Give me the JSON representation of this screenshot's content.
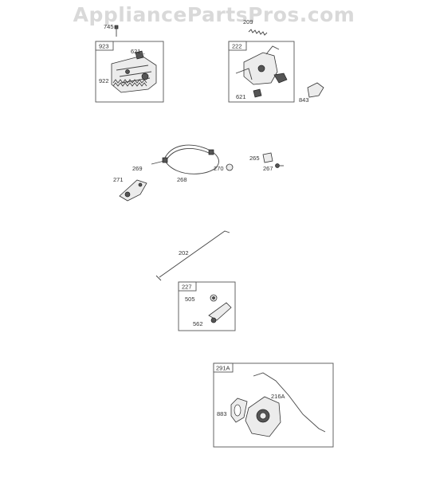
{
  "watermark": "AppliancePartsPros.com",
  "assemblies": {
    "a923": "923",
    "a222": "222",
    "a227": "227",
    "a291a": "291A"
  },
  "parts": {
    "p745": "745",
    "p621a": "621",
    "p922": "922",
    "p209": "209",
    "p621b": "621",
    "p843": "843",
    "p269": "269",
    "p268": "268",
    "p270": "270",
    "p265": "265",
    "p267": "267",
    "p271": "271",
    "p202": "202",
    "p505": "505",
    "p562": "562",
    "p216a": "216A",
    "p883": "883"
  }
}
